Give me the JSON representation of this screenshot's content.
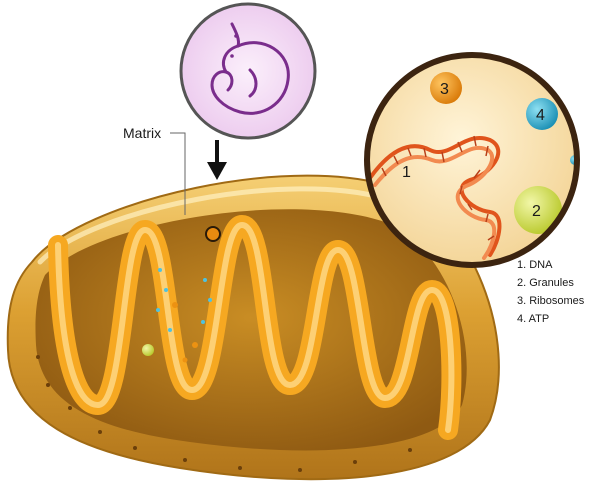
{
  "labels": {
    "matrix": "Matrix",
    "dna_marker": "1",
    "granule_marker": "2",
    "ribosome_marker": "3",
    "atp_marker": "4"
  },
  "legend": [
    "1. DNA",
    "2. Granules",
    "3. Ribosomes",
    "4. ATP"
  ],
  "colors": {
    "outer_membrane": "#d79a1e",
    "matrix_fill": "#b57f1c",
    "cristae": "#f6a821",
    "zoom_background": "#fbe6b8",
    "zoom_rim": "#3c2410",
    "dna_strand": "#e0541c",
    "ribosome": "#ec9212",
    "atp": "#2aa7c8",
    "granule": "#c8d838",
    "embryo_background": "#f3dcf4",
    "embryo_line": "#7a2d8c",
    "arrow": "#111111"
  },
  "icons": {
    "embryo": "fetus-icon",
    "arrow": "arrow-down-icon"
  }
}
